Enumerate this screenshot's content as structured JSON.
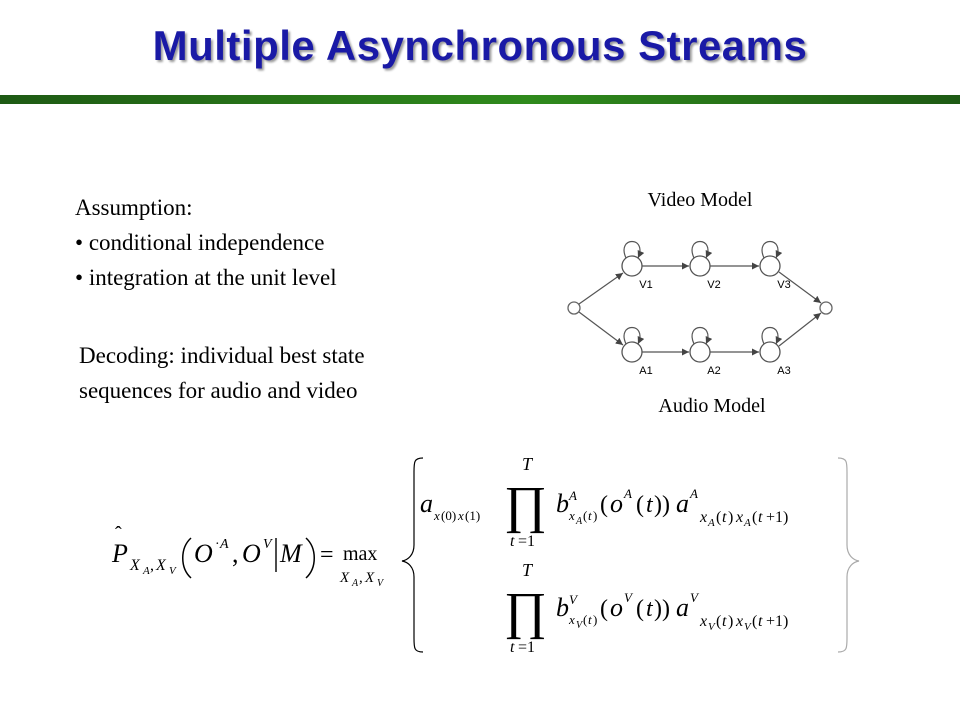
{
  "slide": {
    "title": "Multiple Asynchronous Streams"
  },
  "assumption": {
    "heading": "Assumption:",
    "bullets": [
      "conditional independence",
      "integration at the unit level"
    ]
  },
  "decoding": {
    "line1": "Decoding: individual best state",
    "line2": "sequences for audio and video"
  },
  "diagram": {
    "top_label": "Video Model",
    "bottom_label": "Audio Model",
    "video_states": [
      "V1",
      "V2",
      "V3"
    ],
    "audio_states": [
      "A1",
      "A2",
      "A3"
    ]
  }
}
